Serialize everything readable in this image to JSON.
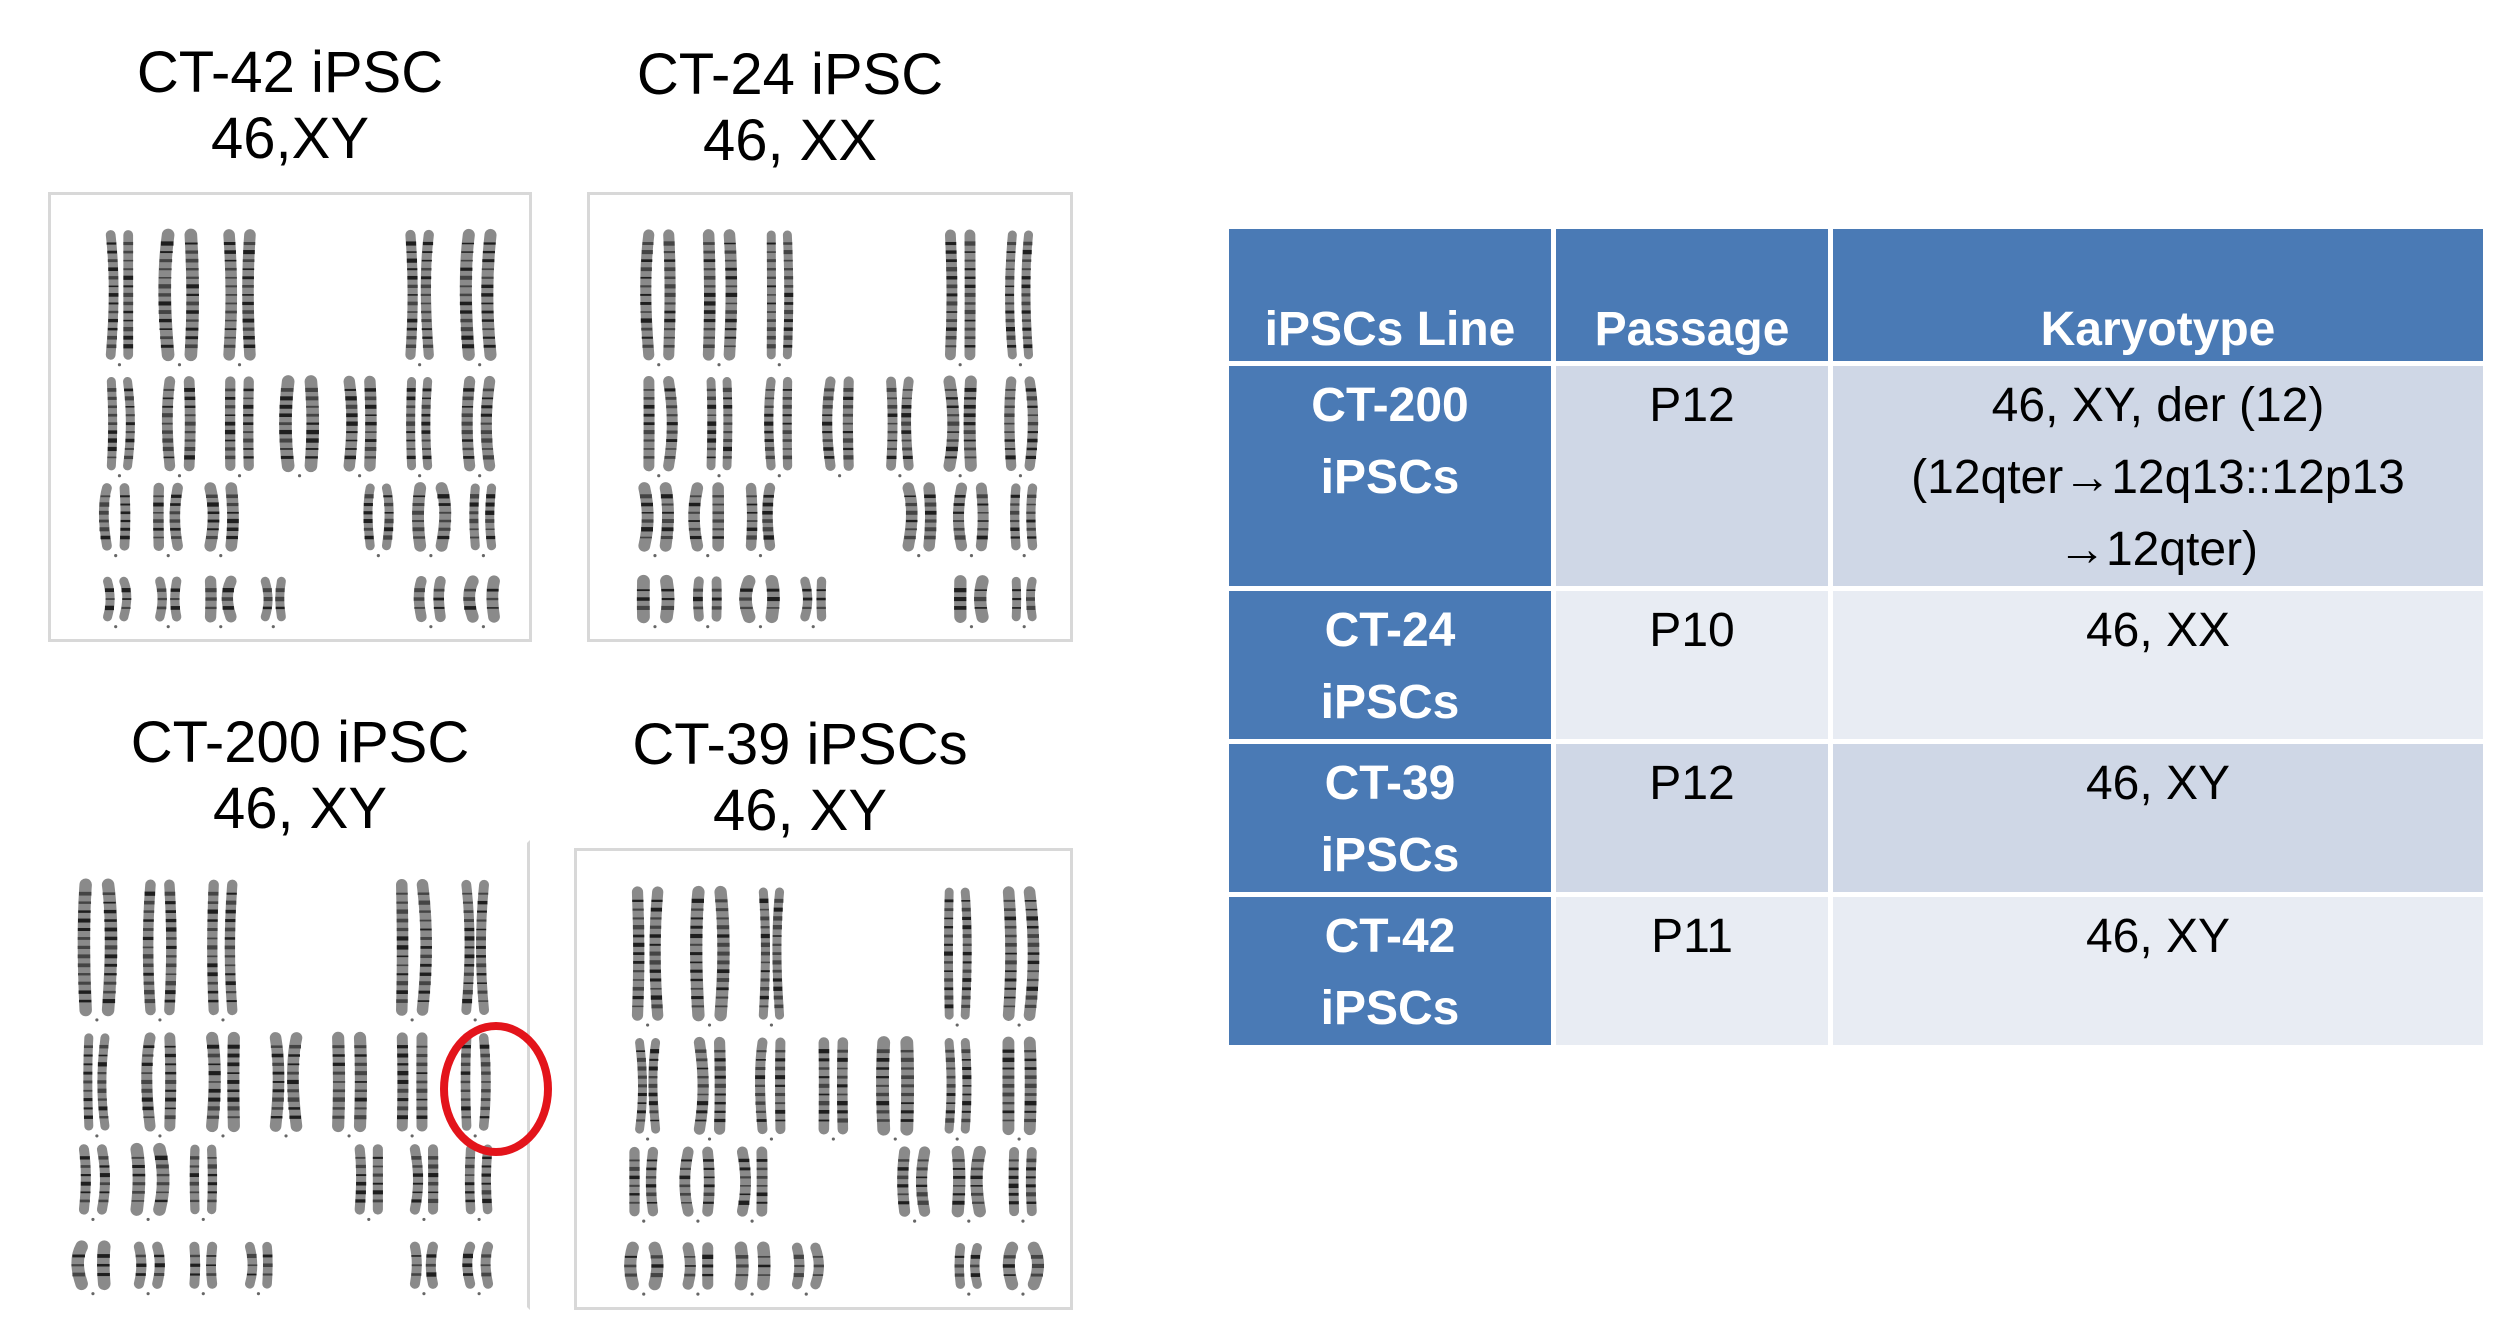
{
  "karyograms": [
    {
      "id": "ct42",
      "line": "CT-42 iPSC",
      "karyotype": "46,XY"
    },
    {
      "id": "ct24",
      "line": "CT-24 iPSC",
      "karyotype": "46, XX"
    },
    {
      "id": "ct200",
      "line": "CT-200 iPSC",
      "karyotype": "46, XY"
    },
    {
      "id": "ct39",
      "line": "CT-39 iPSCs",
      "karyotype": "46, XY"
    }
  ],
  "highlight_color": "#e3141b",
  "table": {
    "header_color": "#4a7ab5",
    "headers": [
      "iPSCs Line",
      "Passage",
      "Karyotype"
    ],
    "rows": [
      {
        "line": [
          "CT-200",
          "iPSCs"
        ],
        "passage": "P12",
        "karyotype": [
          "46, XY, der (12)",
          "(12qter→12q13::12p13",
          "→12qter)"
        ]
      },
      {
        "line": [
          "CT-24",
          "iPSCs"
        ],
        "passage": "P10",
        "karyotype": [
          "46, XX"
        ]
      },
      {
        "line": [
          "CT-39",
          "iPSCs"
        ],
        "passage": "P12",
        "karyotype": [
          "46, XY"
        ]
      },
      {
        "line": [
          "CT-42",
          "iPSCs"
        ],
        "passage": "P11",
        "karyotype": [
          "46, XY"
        ]
      }
    ]
  }
}
